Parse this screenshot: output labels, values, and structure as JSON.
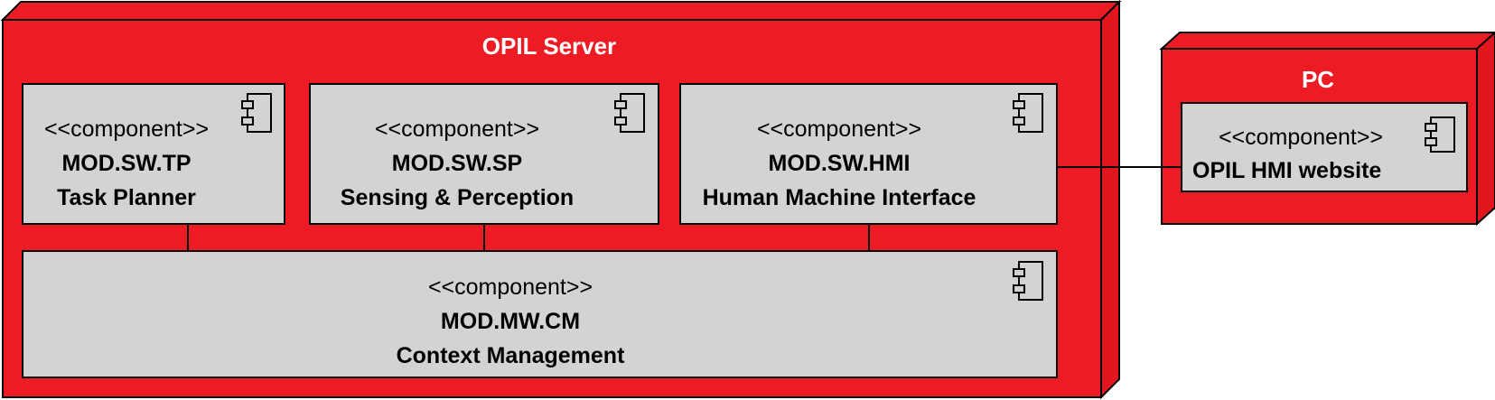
{
  "colors": {
    "node_fill": "#ED1C24",
    "node_side": "#E3151D",
    "component_fill": "#D3D3D3",
    "stroke": "#000000",
    "node_title": "#FFFFFF"
  },
  "nodes": {
    "server": {
      "title": "OPIL Server",
      "components": {
        "tp": {
          "stereotype": "<<component>>",
          "name": "MOD.SW.TP",
          "description": "Task Planner",
          "icon": "component-icon"
        },
        "sp": {
          "stereotype": "<<component>>",
          "name": "MOD.SW.SP",
          "description": "Sensing & Perception",
          "icon": "component-icon"
        },
        "hmi": {
          "stereotype": "<<component>>",
          "name": "MOD.SW.HMI",
          "description": "Human Machine Interface",
          "icon": "component-icon"
        },
        "cm": {
          "stereotype": "<<component>>",
          "name": "MOD.MW.CM",
          "description": "Context Management",
          "icon": "component-icon"
        }
      }
    },
    "pc": {
      "title": "PC",
      "components": {
        "website": {
          "stereotype": "<<component>>",
          "name": "OPIL HMI website",
          "icon": "component-icon"
        }
      }
    }
  },
  "connections": [
    {
      "from": "MOD.SW.TP",
      "to": "MOD.MW.CM"
    },
    {
      "from": "MOD.SW.SP",
      "to": "MOD.MW.CM"
    },
    {
      "from": "MOD.SW.HMI",
      "to": "MOD.MW.CM"
    },
    {
      "from": "MOD.SW.HMI",
      "to": "OPIL HMI website"
    }
  ]
}
